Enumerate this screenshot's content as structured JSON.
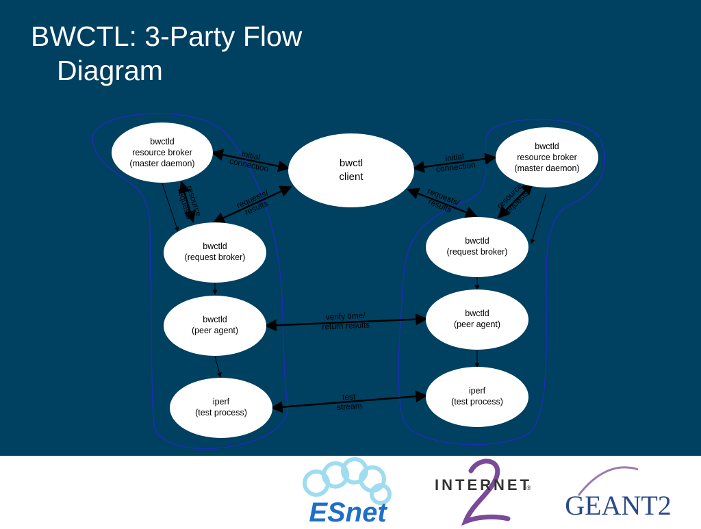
{
  "title": {
    "line1": "BWCTL: 3-Party Flow",
    "line2": "Diagram"
  },
  "nodes": {
    "left_master": [
      "bwctld",
      "resource broker",
      "(master daemon)"
    ],
    "left_request": [
      "bwctld",
      "(request broker)"
    ],
    "left_peer": [
      "bwctld",
      "(peer agent)"
    ],
    "left_iperf": [
      "iperf",
      "(test process)"
    ],
    "client": [
      "bwctl",
      "client"
    ],
    "right_master": [
      "bwctld",
      "resource broker",
      "(master daemon)"
    ],
    "right_request": [
      "bwctld",
      "(request broker)"
    ],
    "right_peer": [
      "bwctld",
      "(peer agent)"
    ],
    "right_iperf": [
      "iperf",
      "(test process)"
    ]
  },
  "edge_labels": {
    "left_initial": [
      "initial",
      "connection"
    ],
    "right_initial": [
      "initial",
      "connection"
    ],
    "left_requests": [
      "requests/",
      "results"
    ],
    "right_requests": [
      "requests/",
      "results"
    ],
    "left_resource": [
      "resource",
      "requests"
    ],
    "right_resource": [
      "resource",
      "requests"
    ],
    "verify": [
      "verify time/",
      "return results"
    ],
    "stream": [
      "test",
      "stream"
    ]
  },
  "logos": {
    "esnet": "ESnet",
    "internet2": "INTERNET",
    "geant": "GEANT2"
  },
  "colors": {
    "background": "#004060",
    "boundary": "#1a2fb0",
    "node_fill": "#ffffff",
    "arrow": "#000000",
    "esnet_blue": "#1e6fc9",
    "esnet_rings": "#9fdcf0",
    "geant_blue": "#2a4a8a",
    "internet2_purple": "#7a4a9a"
  }
}
